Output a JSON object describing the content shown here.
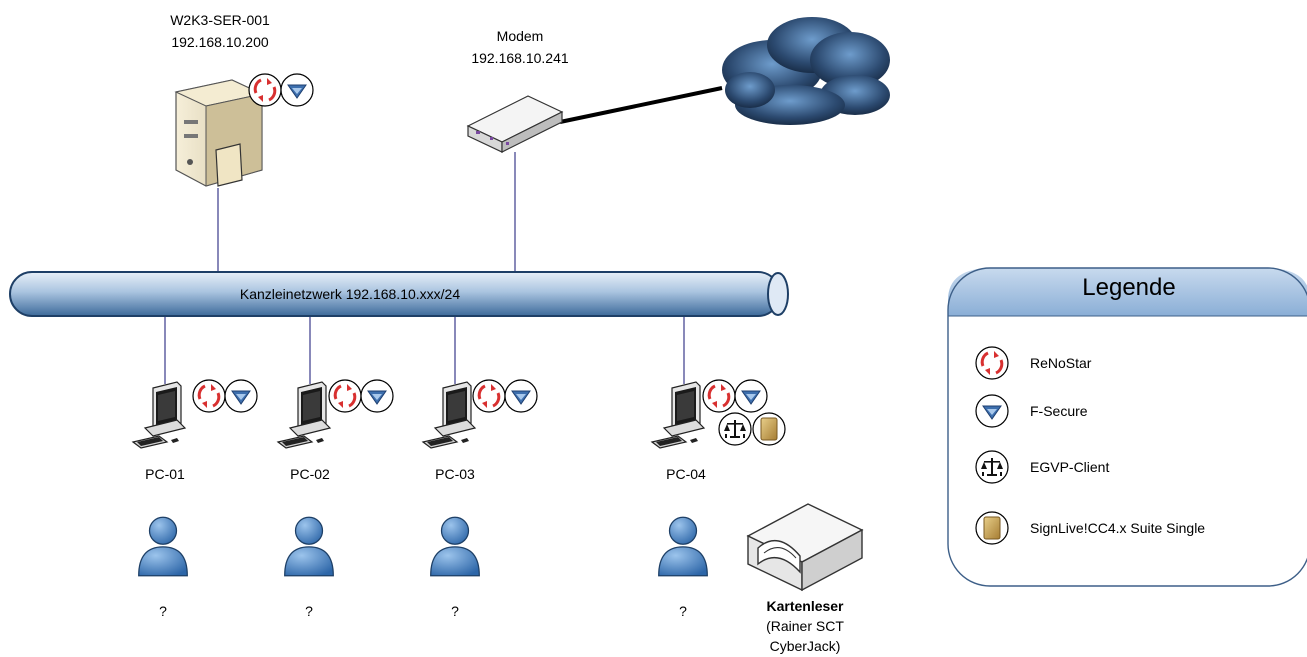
{
  "server": {
    "name": "W2K3-SER-001",
    "ip": "192.168.10.200",
    "apps": [
      "renostar-icon",
      "fsecure-icon"
    ]
  },
  "modem": {
    "name": "Modem",
    "ip": "192.168.10.241"
  },
  "internet": {
    "icon": "cloud-icon"
  },
  "network": {
    "label": "Kanzleinetzwerk 192.168.10.xxx/24"
  },
  "pcs": [
    {
      "name": "PC-01",
      "user": "?",
      "apps": [
        "renostar-icon",
        "fsecure-icon"
      ]
    },
    {
      "name": "PC-02",
      "user": "?",
      "apps": [
        "renostar-icon",
        "fsecure-icon"
      ]
    },
    {
      "name": "PC-03",
      "user": "?",
      "apps": [
        "renostar-icon",
        "fsecure-icon"
      ]
    },
    {
      "name": "PC-04",
      "user": "?",
      "apps": [
        "renostar-icon",
        "fsecure-icon",
        "egvp-icon",
        "signlive-icon"
      ]
    }
  ],
  "cardreader": {
    "title": "Kartenleser",
    "line1": "(Rainer SCT",
    "line2": "CyberJack)"
  },
  "legend": {
    "title": "Legende",
    "items": [
      {
        "icon": "renostar-icon",
        "label": "ReNoStar"
      },
      {
        "icon": "fsecure-icon",
        "label": "F-Secure"
      },
      {
        "icon": "egvp-icon",
        "label": "EGVP-Client"
      },
      {
        "icon": "signlive-icon",
        "label": "SignLive!CC4.x Suite Single"
      }
    ]
  },
  "colors": {
    "pipe": "#9ab8d8",
    "pipe_dark": "#3d6a9a",
    "user": "#4a86c4",
    "legend_header": "#9bb9dc",
    "line": "#3a3a8a"
  }
}
